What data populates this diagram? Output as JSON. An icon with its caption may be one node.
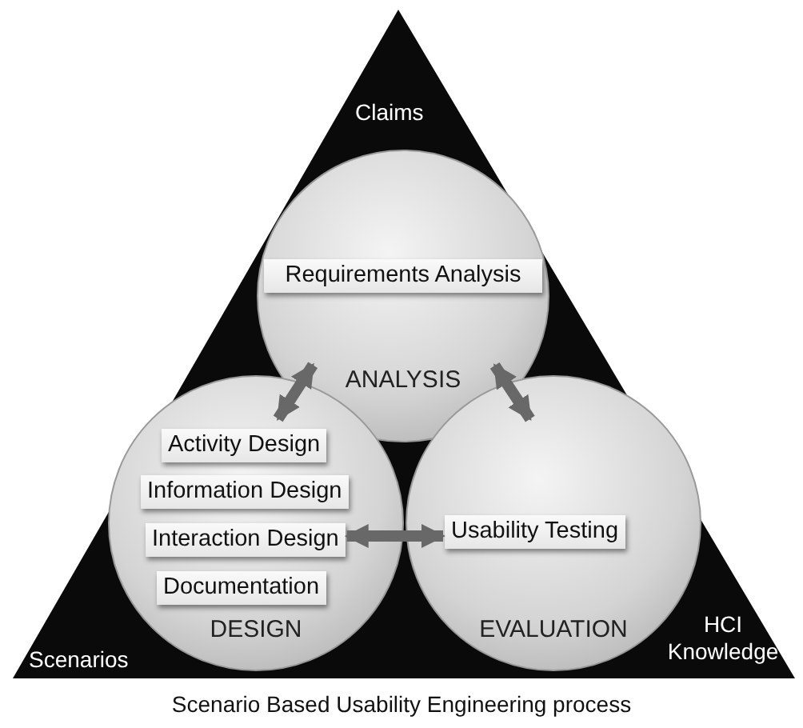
{
  "diagram": {
    "caption": "Scenario Based Usability Engineering process",
    "nodes": [
      {
        "text": [
          "Claims",
          "Scenarios",
          "HCI Knowledge"
        ]
      },
      {
        "text": [
          "ANALYSIS"
        ],
        "in": 0
      },
      {
        "text": [
          "Requirements Analysis"
        ],
        "in": 1
      },
      {
        "text": [
          "DESIGN"
        ],
        "in": 0
      },
      {
        "text": [
          "Activity Design"
        ],
        "in": 3
      },
      {
        "text": [
          "Information Design"
        ],
        "in": 3
      },
      {
        "text": [
          "Interaction Design"
        ],
        "in": 3
      },
      {
        "text": [
          "Documentation"
        ],
        "in": 3
      },
      {
        "text": [
          "EVALUATION"
        ],
        "in": 0
      },
      {
        "text": [
          "Usability Testing"
        ],
        "in": 8
      }
    ],
    "edges": [
      {
        "from": 1,
        "to": 3,
        "arrow": "both"
      },
      {
        "from": 1,
        "to": 8,
        "arrow": "both"
      },
      {
        "from": 6,
        "to": 9,
        "arrow": "both"
      }
    ]
  }
}
